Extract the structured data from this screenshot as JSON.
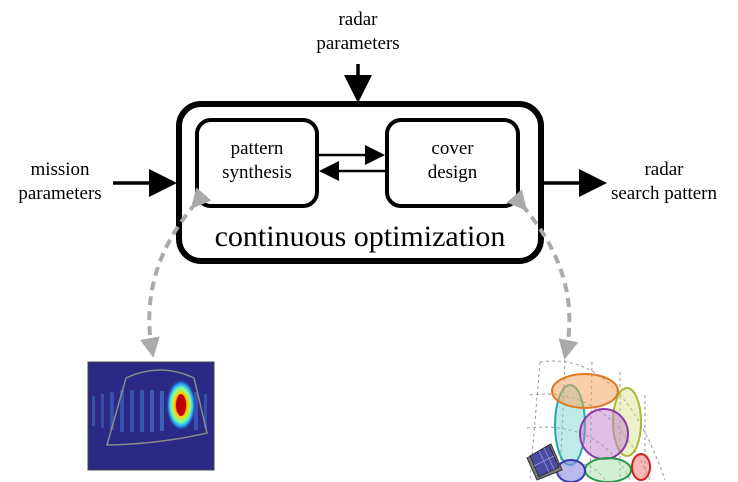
{
  "inputs": {
    "radar_parameters": [
      "radar",
      "parameters"
    ],
    "mission_parameters": [
      "mission",
      "parameters"
    ]
  },
  "outputs": {
    "radar_search_pattern": [
      "radar",
      "search pattern"
    ]
  },
  "blocks": {
    "pattern_synthesis": [
      "pattern",
      "synthesis"
    ],
    "cover_design": [
      "cover",
      "design"
    ],
    "container_label": "continuous optimization"
  },
  "colors": {
    "stroke": "#000000",
    "dashed_arrow": "#aaaaaa",
    "heatmap_background": "#2a2a86",
    "heatmap_hotspot": "#d40000"
  },
  "illustrations": {
    "left": "beam-pattern-heatmap",
    "right": "radar-coverage-hemisphere-ellipses"
  }
}
